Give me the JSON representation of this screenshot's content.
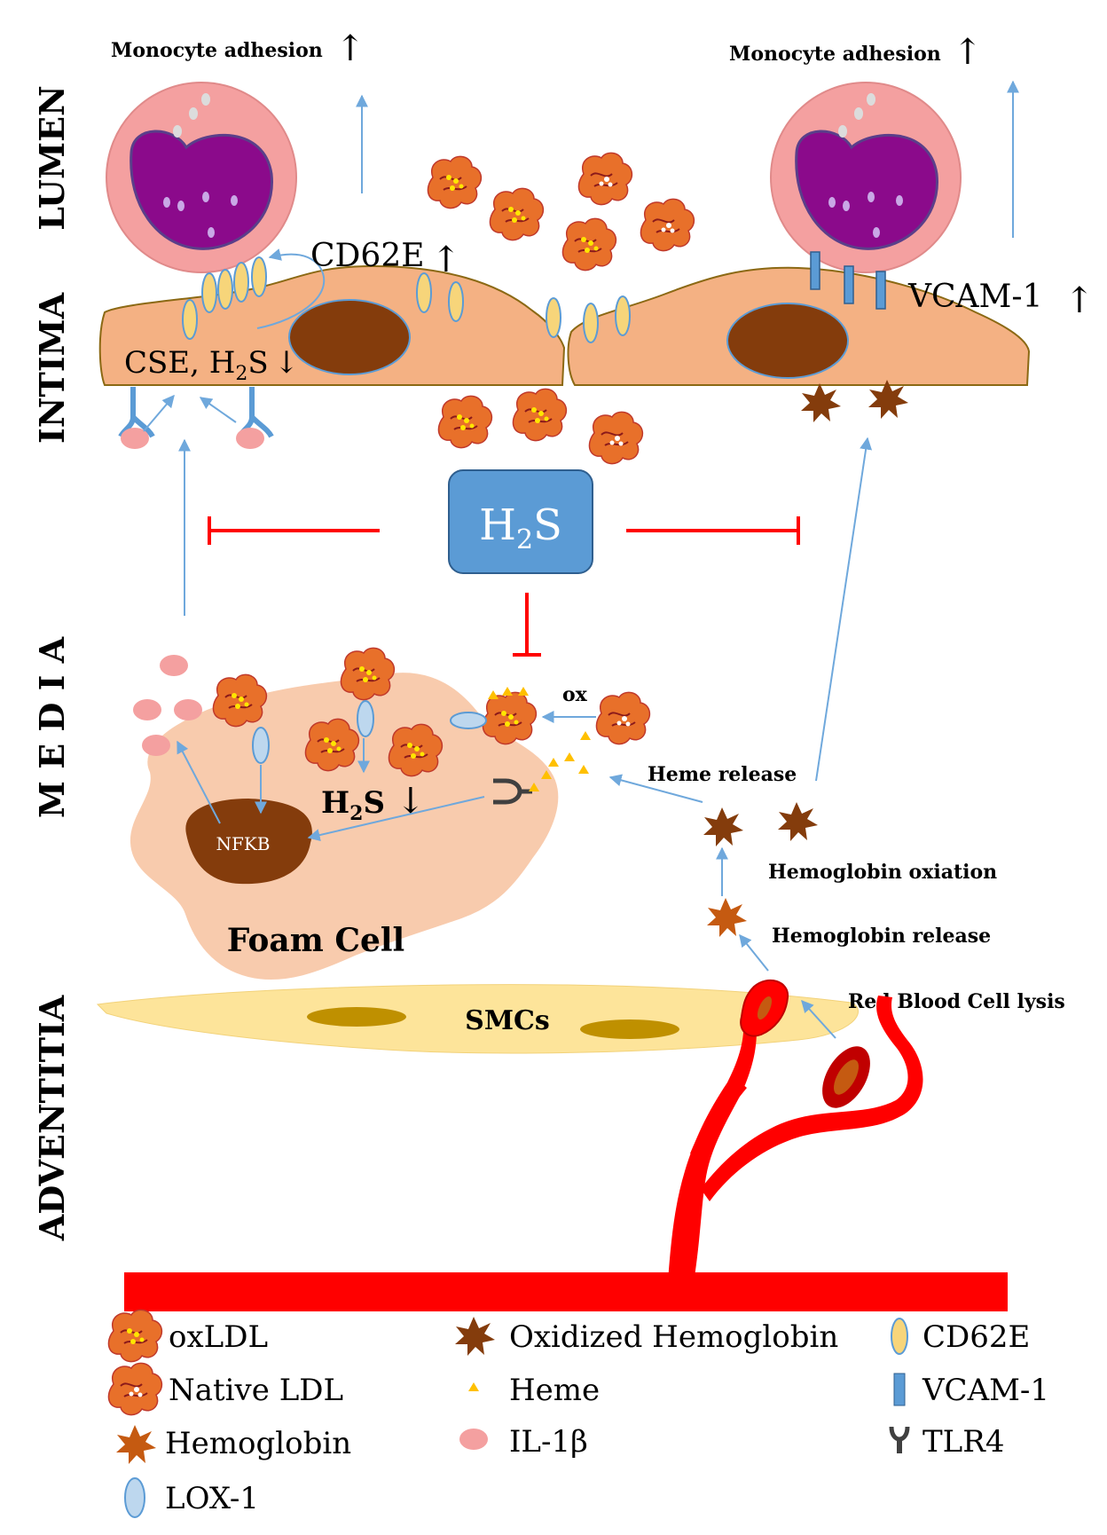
{
  "layers": {
    "lumen": "LUMEN",
    "intima": "INTIMA",
    "media": "M E D I A",
    "adventitia": "ADVENTITIA"
  },
  "labels": {
    "monocyte_adhesion_left": "Monocyte adhesion",
    "monocyte_adhesion_right": "Monocyte adhesion",
    "cd62e": "CD62E",
    "vcam1": "VCAM-1",
    "cse": "CSE, H",
    "cse_sub": "2",
    "cse_tail": "S",
    "h2s_center": "H",
    "h2s_center_sub": "2",
    "h2s_center_tail": "S",
    "h2s_foam": "H",
    "h2s_foam_sub": "2",
    "h2s_foam_tail": "S",
    "ox": "ox",
    "heme_release": "Heme release",
    "nfkb": "NFKB",
    "foam_cell": "Foam Cell",
    "hemoglobin_oxidation": "Hemoglobin oxiation",
    "hemoglobin_release": "Hemoglobin release",
    "smcs": "SMCs",
    "rbc_lysis": "Red Blood Cell lysis"
  },
  "arrows": {
    "up": "↑",
    "down": "↓"
  },
  "legend": [
    {
      "icon": "oxldl-icon",
      "label": "oxLDL"
    },
    {
      "icon": "native-ldl-icon",
      "label": "Native LDL"
    },
    {
      "icon": "hemoglobin-icon",
      "label": "Hemoglobin"
    },
    {
      "icon": "lox1-icon",
      "label": "LOX-1"
    },
    {
      "icon": "oxidized-hemoglobin-icon",
      "label": "Oxidized Hemoglobin"
    },
    {
      "icon": "heme-icon",
      "label": "Heme"
    },
    {
      "icon": "il1b-icon",
      "label": "IL-1β"
    },
    {
      "icon": "cd62e-icon",
      "label": "CD62E"
    },
    {
      "icon": "vcam1-icon",
      "label": "VCAM-1"
    },
    {
      "icon": "tlr4-icon",
      "label": "TLR4"
    }
  ],
  "colors": {
    "cell": "#f4b183",
    "cell_border": "#8b6914",
    "nucleus": "#843c0c",
    "monocyte_outer": "#f4a0a0",
    "monocyte_inner": "#8b0a8b",
    "h2s_box": "#5b9bd5",
    "inhibit": "#ff0000",
    "arrow": "#6fa8dc",
    "ldl": "#e8702a",
    "hemoglobin": "#c55a11",
    "ox_hemoglobin": "#843c0c",
    "heme": "#ffc000",
    "il1b": "#f4a0a0",
    "cd62e": "#f7d57a",
    "vcam1": "#5b9bd5",
    "tlr4": "#404040",
    "smc": "#fde49a",
    "smc_nucleus": "#bf9000",
    "foam": "#f8cbad",
    "vessel": "#ff0000"
  }
}
